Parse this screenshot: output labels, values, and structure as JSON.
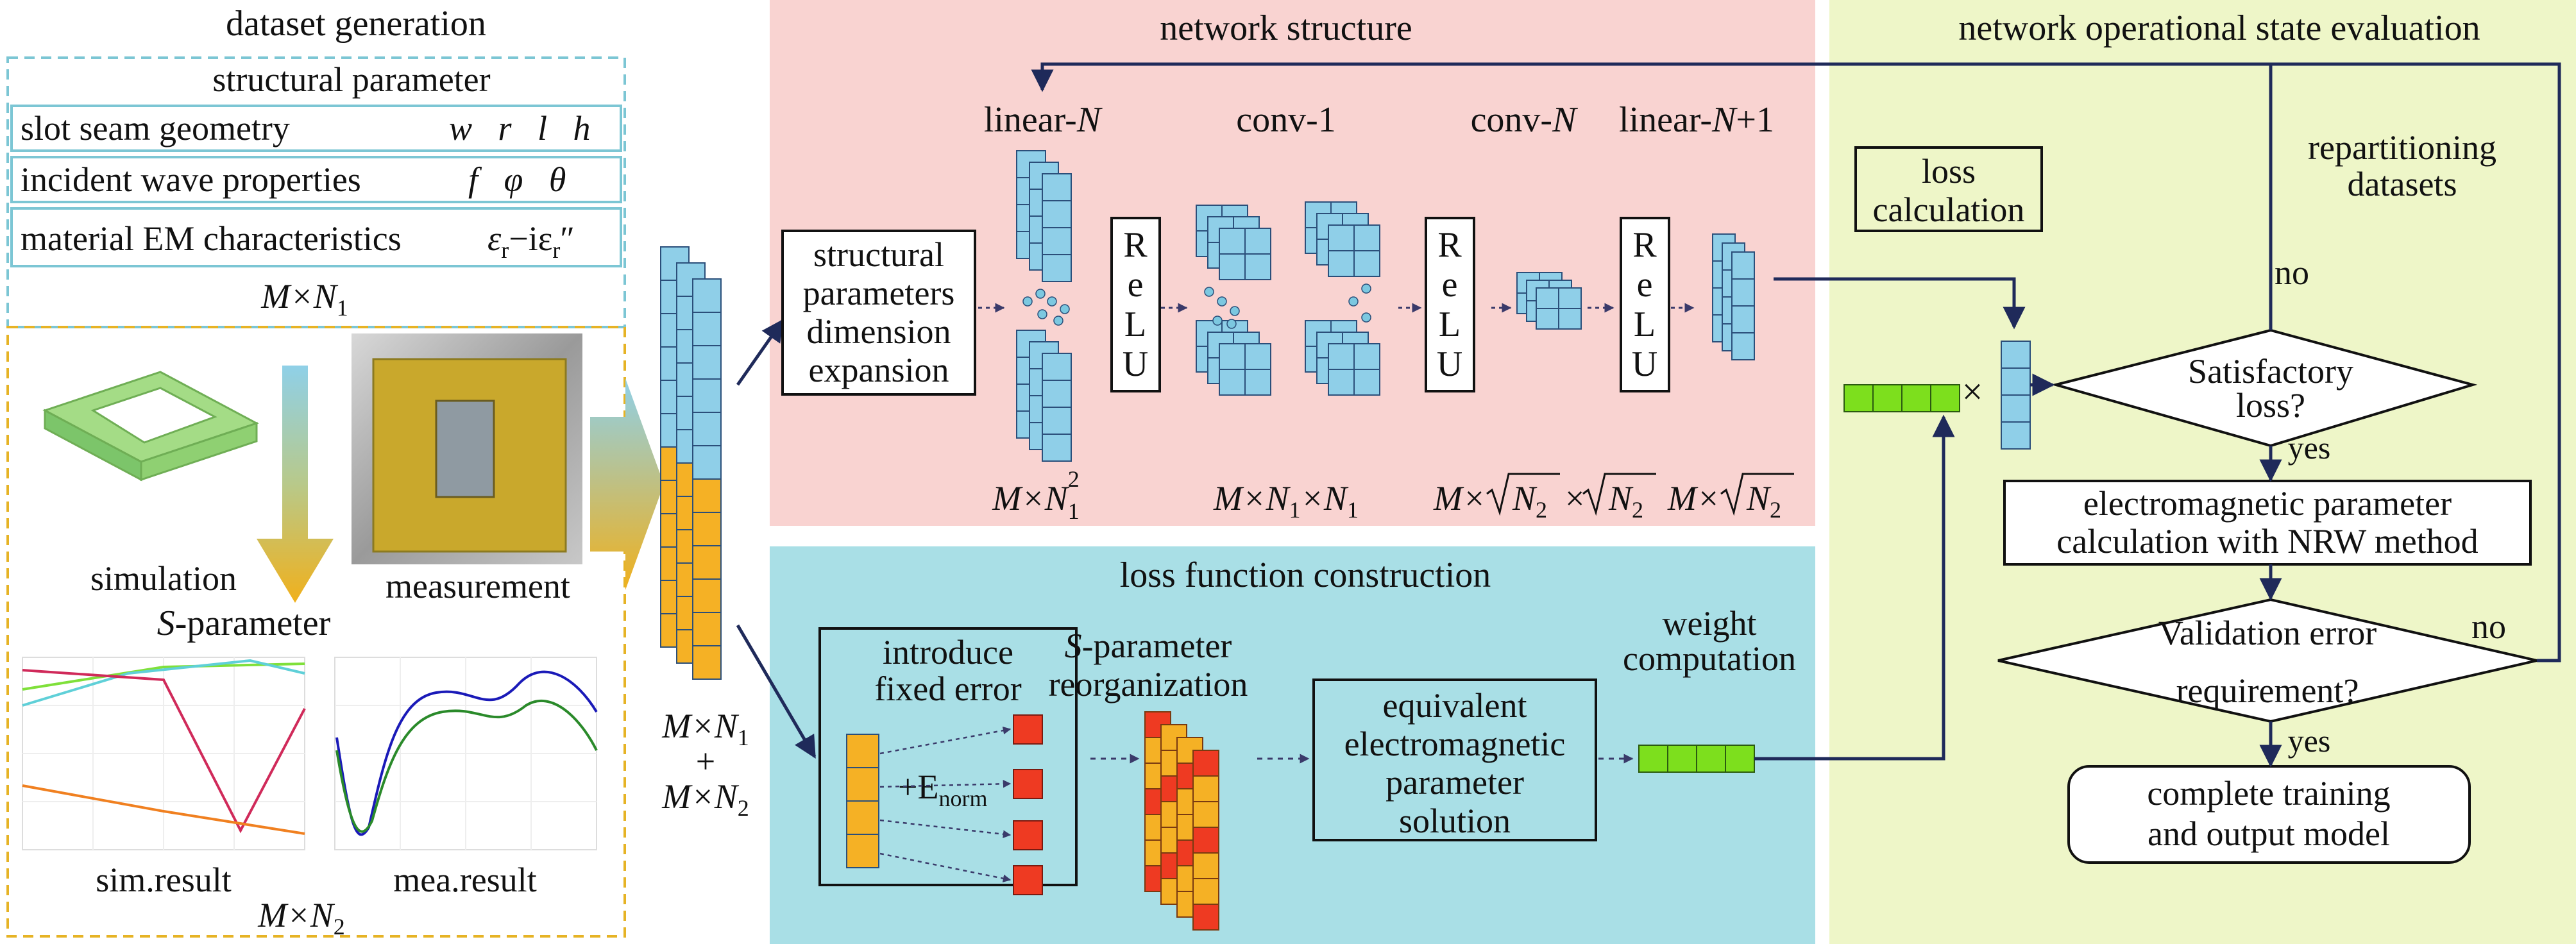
{
  "colors": {
    "pink_panel": "#f9d3d1",
    "cyan_panel": "#a9dfe6",
    "green_panel": "#eef6c8",
    "cell_blue": "#8fcfe8",
    "cell_orange": "#f5b125",
    "cell_red": "#ee3a22",
    "cell_green": "#7ddf1d",
    "arrow_navy": "#1f2a5a",
    "dash_teal": "#7cc6d4",
    "dash_gold": "#e6b325"
  },
  "dataset": {
    "title": "dataset generation",
    "structural_parameter": "structural parameter",
    "row1_label": "slot seam geometry",
    "row1_vars": "w   r   l   h",
    "row2_label": "incident wave properties",
    "row2_vars": "f   φ   θ",
    "row3_label": "material EM characteristics",
    "row3_eps1": "ε",
    "row3_sub1": "r",
    "row3_minus": "−iε",
    "row3_sub2": "r",
    "row3_prime": "″",
    "dim1_m": "M×N",
    "dim1_sub": "1",
    "simulation": "simulation",
    "measurement": "measurement",
    "sparam_s": "S",
    "sparam_rest": "-parameter",
    "sim_result": "sim.result",
    "mea_result": "mea.result",
    "dim2_m": "M×N",
    "dim2_sub": "2"
  },
  "stack_dims": {
    "top_m": "M×N",
    "top_sub": "1",
    "plus": "+",
    "bot_m": "M×N",
    "bot_sub": "2"
  },
  "network": {
    "title": "network structure",
    "box_line1": "structural",
    "box_line2": "parameters",
    "box_line3": "dimension",
    "box_line4": "expansion",
    "linear_n_a": "linear-",
    "linear_n_b": "N",
    "conv1": "conv-1",
    "convn_a": "conv-",
    "convn_b": "N",
    "linear_n1_a": "linear-",
    "linear_n1_b": "N",
    "linear_n1_c": "+1",
    "relu_r": "R",
    "relu_e": "e",
    "relu_l": "L",
    "relu_u": "U",
    "dim_a_m": "M×N",
    "dim_a_sub": "1",
    "dim_a_sup": "2",
    "dim_b_m": "M×N",
    "dim_b_sub1": "1",
    "dim_b_x": "×N",
    "dim_b_sub2": "1",
    "dim_c_m": "M×",
    "dim_c_n": "N",
    "dim_c_sub": "2",
    "dim_c_x": "×",
    "dim_d_m": "M×",
    "dim_d_n": "N",
    "dim_d_sub": "2"
  },
  "loss": {
    "title": "loss function construction",
    "fixed_error_1": "introduce",
    "fixed_error_2": "fixed error",
    "enorm_plus": "+E",
    "enorm_sub": "norm",
    "reorg_s": "S",
    "reorg_1": "-parameter",
    "reorg_2": "reorganization",
    "equiv_1": "equivalent",
    "equiv_2": "electromagnetic",
    "equiv_3": "parameter",
    "equiv_4": "solution",
    "weight_1": "weight",
    "weight_2": "computation"
  },
  "evaluation": {
    "title": "network operational state evaluation",
    "loss_calc_1": "loss",
    "loss_calc_2": "calculation",
    "times": "×",
    "repartition_1": "repartitioning",
    "repartition_2": "datasets",
    "no1": "no",
    "satisfactory_1": "Satisfactory",
    "satisfactory_2": "loss?",
    "yes1": "yes",
    "nrw_1": "electromagnetic parameter",
    "nrw_2": "calculation with NRW method",
    "validation_1": "Validation error",
    "validation_2": "requirement?",
    "no2": "no",
    "yes2": "yes",
    "complete_1": "complete training",
    "complete_2": "and output model"
  }
}
